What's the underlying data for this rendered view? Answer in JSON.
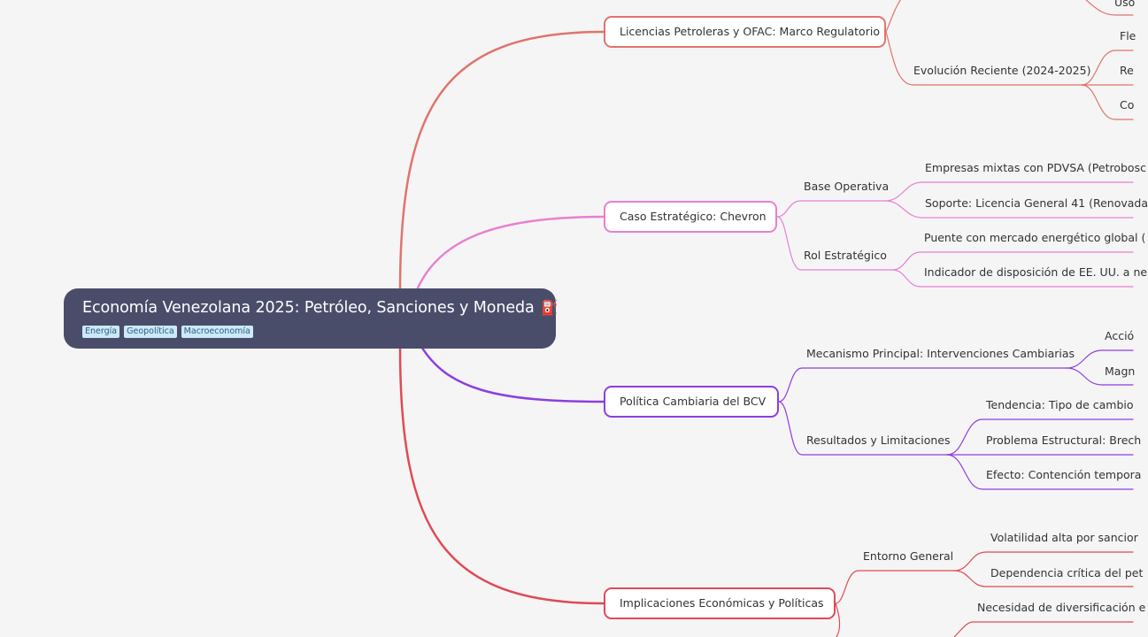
{
  "root": {
    "title": "Economía Venezolana 2025: Petróleo, Sanciones y Moneda",
    "icon": "⛽",
    "tags": [
      "Energía",
      "Geopolítica",
      "Macroeconomía"
    ]
  },
  "branches": [
    {
      "label": "Licencias Petroleras y OFAC: Marco Regulatorio",
      "color": "#e0746c",
      "subtopics": [
        {
          "label": "",
          "leaves": [
            "Uso"
          ]
        },
        {
          "label": "Evolución Reciente (2024-2025)",
          "leaves": [
            "Fle",
            "Re",
            "Co"
          ]
        }
      ]
    },
    {
      "label": "Caso Estratégico: Chevron",
      "color": "#ea7fd0",
      "subtopics": [
        {
          "label": "Base Operativa",
          "leaves": [
            "Empresas mixtas con PDVSA (Petrobosc",
            "Soporte: Licencia General 41 (Renovada"
          ]
        },
        {
          "label": "Rol Estratégico",
          "leaves": [
            "Puente con mercado energético global (",
            "Indicador de disposición de EE. UU. a ne"
          ]
        }
      ]
    },
    {
      "label": "Política Cambiaria del BCV",
      "color": "#8e3ee0",
      "subtopics": [
        {
          "label": "Mecanismo Principal: Intervenciones Cambiarias",
          "leaves": [
            "Acció",
            "Magn"
          ]
        },
        {
          "label": "Resultados y Limitaciones",
          "leaves": [
            "Tendencia: Tipo de cambio",
            "Problema Estructural: Brech",
            "Efecto: Contención tempora"
          ]
        }
      ]
    },
    {
      "label": "Implicaciones Económicas y Políticas",
      "color": "#e04a55",
      "subtopics": [
        {
          "label": "Entorno General",
          "leaves": [
            "Volatilidad alta por sancior",
            "Dependencia crítica del pet"
          ]
        },
        {
          "label": "",
          "leaves": [
            "Necesidad de diversificación e"
          ]
        }
      ]
    }
  ]
}
